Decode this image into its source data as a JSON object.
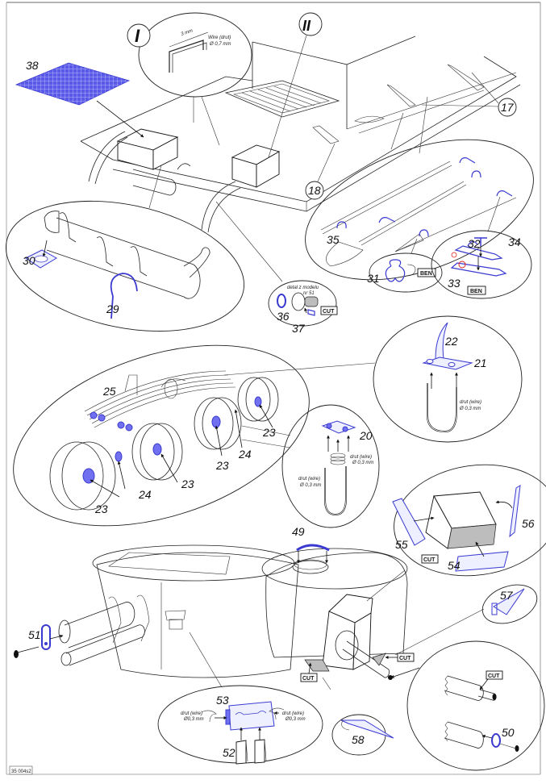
{
  "sheet": {
    "code": "35 004s2",
    "colors": {
      "photoetch": "#3a3ad0",
      "grille": "#5a5ae8",
      "line": "#222222",
      "cut_fill": "#bdbdbd",
      "highlight_red": "#e02020"
    }
  },
  "callouts": {
    "roman_1": "I",
    "roman_2": "II",
    "ref_17": "17",
    "ref_18": "18"
  },
  "detail_I": {
    "dimension": "3 mm",
    "wire_label": "Wire (drut)",
    "wire_diameter": "Ø 0,7 mm"
  },
  "parts": {
    "p20": "20",
    "p21": "21",
    "p22": "22",
    "p23a": "23",
    "p23b": "23",
    "p23c": "23",
    "p23d": "23",
    "p24a": "24",
    "p24b": "24",
    "p25": "25",
    "p29": "29",
    "p30": "30",
    "p31": "31",
    "p32": "32",
    "p33": "33",
    "p34": "34",
    "p35": "35",
    "p36": "36",
    "p37": "37",
    "p38": "38",
    "p49": "49",
    "p50": "50",
    "p51": "51",
    "p52": "52",
    "p53": "53",
    "p54": "54",
    "p55": "55",
    "p56": "56",
    "p57": "57",
    "p58": "58"
  },
  "notes": {
    "detail_from_model_1": "detal z modelu",
    "detail_from_model_2": "nr 51",
    "wire_21": "drut (wire)",
    "wire_21_d": "Ø 0,3 mm",
    "wire_20_right": "drut (wire)",
    "wire_20_right_d": "Ø 0,3 mm",
    "wire_20_left": "drut (wire)",
    "wire_20_left_d": "Ø 0,3 mm",
    "wire_53_left": "drut (wire)",
    "wire_53_left_d": "Ø0,3 mm",
    "wire_53_right": "drut (wire)",
    "wire_53_right_d": "Ø0,3 mm"
  },
  "tags": {
    "bend_31": "BEN",
    "bend_33": "BEN",
    "cut_36": "CUT",
    "cut_54": "CUT",
    "cut_turret_left": "CUT",
    "cut_turret_right": "CUT",
    "cut_gun": "CUT"
  }
}
